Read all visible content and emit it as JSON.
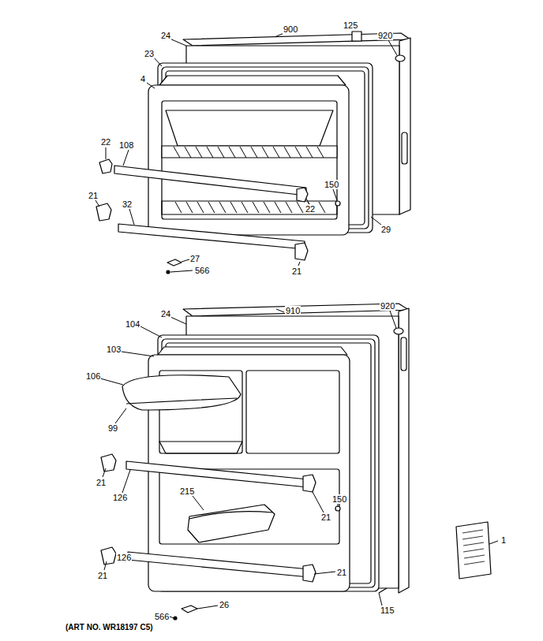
{
  "diagram": {
    "caption": "(ART NO. WR18197 C5)",
    "labels": [
      "900",
      "125",
      "920",
      "24",
      "23",
      "4",
      "22",
      "108",
      "150",
      "22",
      "29",
      "21",
      "32",
      "21",
      "27",
      "566",
      "24",
      "910",
      "920",
      "104",
      "103",
      "106",
      "99",
      "21",
      "126",
      "215",
      "150",
      "21",
      "21",
      "126",
      "21",
      "1",
      "115",
      "566",
      "26"
    ]
  }
}
